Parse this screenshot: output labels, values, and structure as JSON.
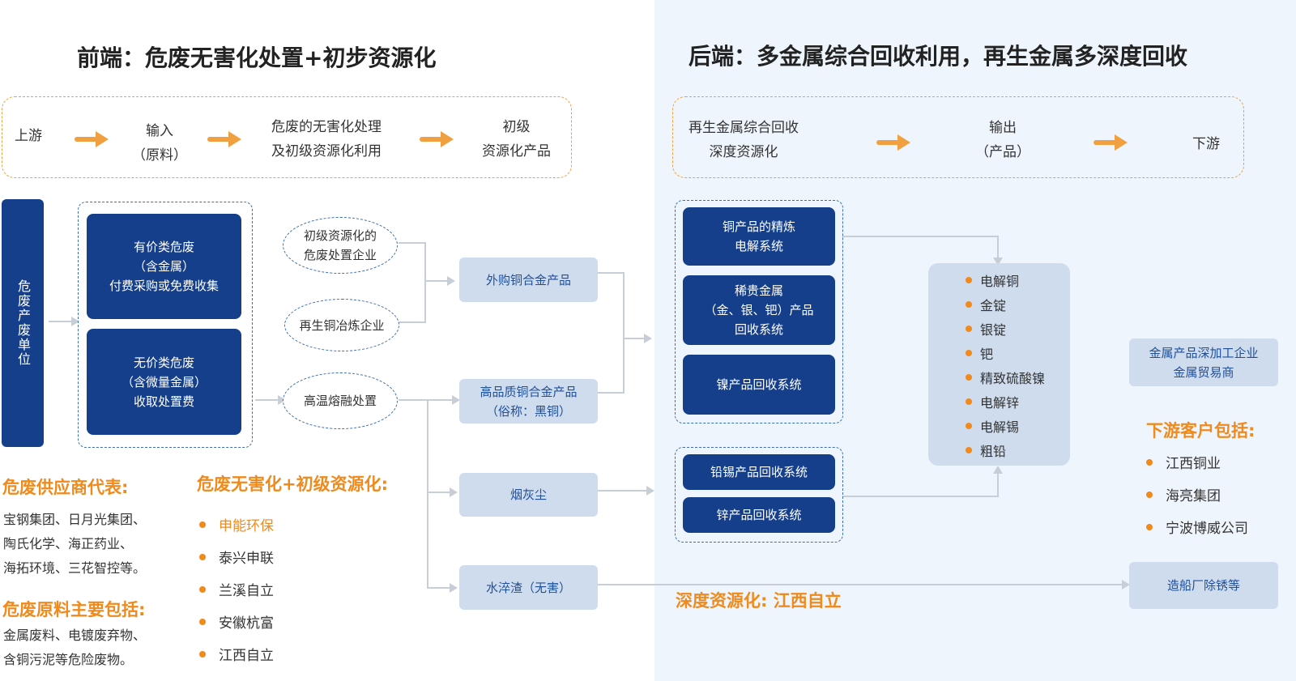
{
  "titles": {
    "left": "前端：危废无害化处置+初步资源化",
    "right": "后端：多金属综合回收利用，再生金属多深度回收"
  },
  "front_flow": {
    "steps": [
      "上游",
      "输入\n（原料）",
      "危废的无害化处理\n及初级资源化利用",
      "初级\n资源化产品"
    ]
  },
  "back_flow": {
    "steps": [
      "再生金属综合回收\n深度资源化",
      "输出\n（产品）",
      "下游"
    ]
  },
  "left_bar": "危废产废单位",
  "hw_boxes": {
    "paid": "有价类危废\n（含金属）\n付费采购或免费收集",
    "unpaid": "无价类危废\n（含微量金属）\n收取处置费"
  },
  "ellipses": {
    "primary": "初级资源化的\n危废处置企业",
    "copper_smelt": "再生铜冶炼企业",
    "high_temp": "高温熔融处置"
  },
  "products": {
    "outsourced": "外购铜合金产品",
    "black_copper": "高品质铜合金产品\n（俗称：黑铜）",
    "dust": "烟灰尘",
    "slag": "水淬渣（无害）"
  },
  "systems": {
    "copper": "铜产品的精炼\n电解系统",
    "precious": "稀贵金属\n（金、银、钯）产品\n回收系统",
    "nickel": "镍产品回收系统",
    "lead_tin": "铅锡产品回收系统",
    "zinc": "锌产品回收系统"
  },
  "outputs": [
    "电解铜",
    "金锭",
    "银锭",
    "钯",
    "精致硫酸镍",
    "电解锌",
    "电解锡",
    "粗铅"
  ],
  "downstream": {
    "enterprise": "金属产品深加工企业\n金属贸易商",
    "shipyard": "造船厂除锈等",
    "customers_title": "下游客户包括:",
    "customers": [
      "江西铜业",
      "海亮集团",
      "宁波博威公司"
    ]
  },
  "suppliers": {
    "title": "危废供应商代表:",
    "lines": [
      "宝钢集团、日月光集团、",
      "陶氏化学、海正药业、",
      "海拓环境、三花智控等。"
    ]
  },
  "materials": {
    "title": "危废原料主要包括:",
    "lines": [
      "金属废料、电镀废弃物、",
      "含铜污泥等危险废物。"
    ]
  },
  "harmless": {
    "title": "危废无害化+初级资源化:",
    "companies": [
      "申能环保",
      "泰兴申联",
      "兰溪自立",
      "安徽杭富",
      "江西自立"
    ]
  },
  "deep": {
    "label": "深度资源化: 江西自立"
  },
  "colors": {
    "navy": "#153f8a",
    "light_blue": "#cfdcee",
    "orange": "#f08a1c",
    "right_bg": "#eef5fc"
  }
}
